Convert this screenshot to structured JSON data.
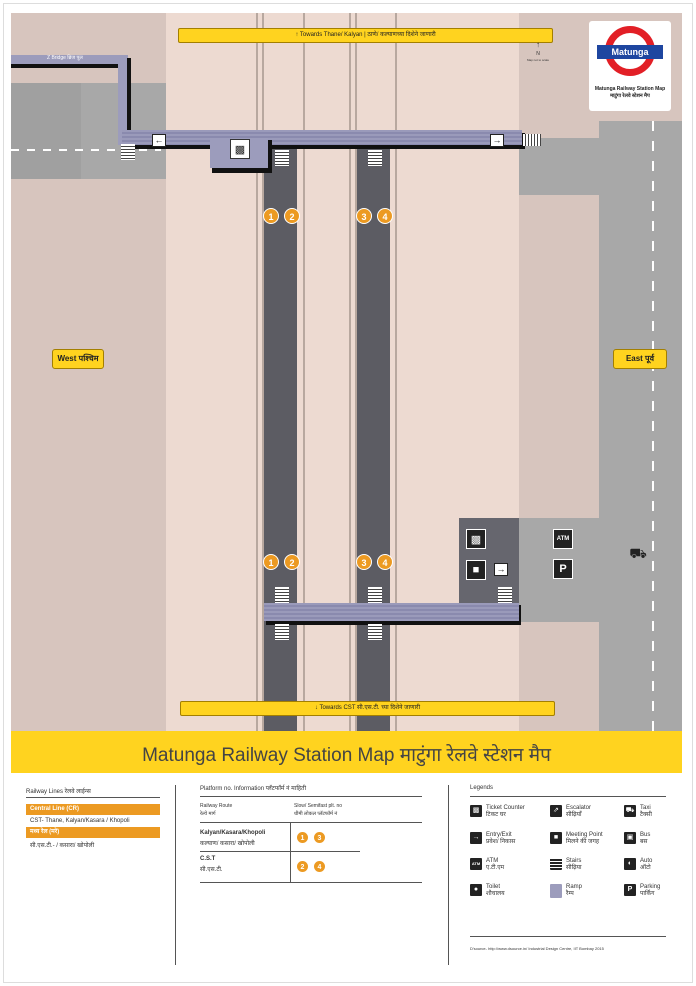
{
  "map": {
    "north_banner": "Towards Thane/ Kalyan | ठाणे/ कल्याणच्या दिशेने जाणारी",
    "south_banner": "Towards CST सी.एस.टी. च्या दिशेने जाणारी",
    "west_label": "West पश्चिम",
    "east_label": "East पूर्व",
    "bridge_label": "Z Bridge ब्रिज पूल",
    "north_symbol": "N",
    "north_note": "Map not to scale",
    "platform_pairs": [
      {
        "left": "1",
        "right": "2"
      },
      {
        "left": "3",
        "right": "4"
      }
    ]
  },
  "logo": {
    "station": "Matunga",
    "subtitle_en": "Matunga Railway Station Map",
    "subtitle_hi": "माटुंगा रेलवे स्टेशन मैप"
  },
  "title": "Matunga Railway Station Map  माटुंगा रेलवे स्टेशन मैप",
  "railway_lines": {
    "heading": "Railway Lines  रेलवे लाईन्स",
    "central_label": "Central Line (CR)",
    "central_desc": "CST- Thane, Kalyan/Kasara / Khopoli",
    "hindi_label": "मध्य रेल (मरे)",
    "hindi_desc": "सी.एस.टी.-            / कसारा/ खोपोली"
  },
  "platform_info": {
    "heading": "Platform no. Information  प्लॅटफॉर्म नं माहिती",
    "col1_header": "Railway Route",
    "col1_header_hi": "रेल्वे मार्ग",
    "col2_header": "Slow/ Semifast plt. no",
    "col2_header_hi": "धीमी लोकल प्लॅटफॉर्म नं",
    "rows": [
      {
        "route": "Kalyan/Kasara/Khopoli",
        "route_hi": "कल्याण/ कसारा/ खोपोली",
        "platforms": [
          "1",
          "3"
        ]
      },
      {
        "route": "C.S.T",
        "route_hi": "सी.एस.टी.",
        "platforms": [
          "2",
          "4"
        ]
      }
    ]
  },
  "legends": {
    "heading": "Legends",
    "items": [
      {
        "icon": "ticket-counter-icon",
        "label": "Ticket Counter",
        "label_hi": "टिकट घर"
      },
      {
        "icon": "escalator-icon",
        "label": "Escalator",
        "label_hi": "सीढ़ियाँ"
      },
      {
        "icon": "taxi-icon",
        "label": "Taxi",
        "label_hi": "टैक्सी"
      },
      {
        "icon": "entry-exit-icon",
        "label": "Entry/Exit",
        "label_hi": "प्रवेश/ निकास"
      },
      {
        "icon": "meeting-point-icon",
        "label": "Meeting Point",
        "label_hi": "मिलने की जगह"
      },
      {
        "icon": "bus-icon",
        "label": "Bus",
        "label_hi": "बस"
      },
      {
        "icon": "atm-icon",
        "label": "ATM",
        "label_hi": "ए.टी.एम"
      },
      {
        "icon": "stairs-icon",
        "label": "Stairs",
        "label_hi": "सीढ़िया"
      },
      {
        "icon": "auto-icon",
        "label": "Auto",
        "label_hi": "ऑटो"
      },
      {
        "icon": "toilet-icon",
        "label": "Toilet",
        "label_hi": "शौचालय"
      },
      {
        "icon": "ramp-icon",
        "label": "Ramp",
        "label_hi": "रैम्प"
      },
      {
        "icon": "parking-icon",
        "label": "Parking",
        "label_hi": "पार्किंग"
      }
    ],
    "source": "D'source- http://www.dsource.in/    Industrial Design Centre, IIT Bombay 2015"
  },
  "colors": {
    "banner": "#ffd31f",
    "platform": "#5c5c63",
    "bridge": "#7d7d9e",
    "platform_number": "#ec9a22",
    "roundel_ring": "#e21f26",
    "roundel_bar": "#1e46a0"
  }
}
